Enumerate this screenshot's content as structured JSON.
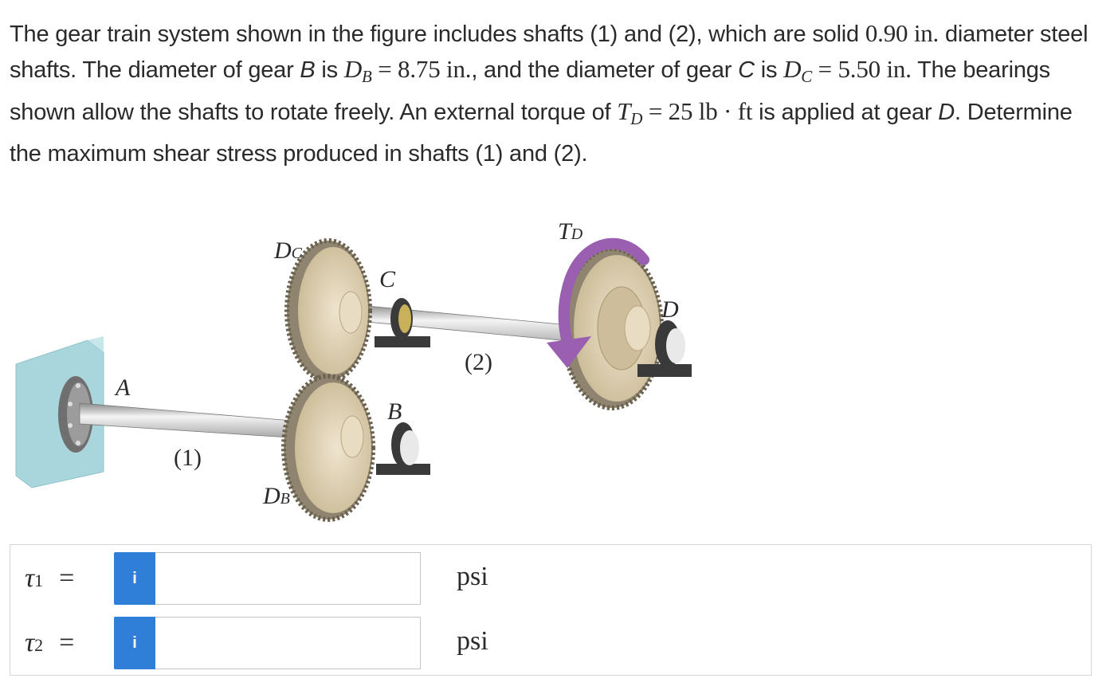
{
  "problem": {
    "p1": "The gear train system shown in the figure includes shafts (1) and (2), which are solid ",
    "shaft_d": "0.90 in.",
    "p2": " diameter steel shafts. The diameter of gear ",
    "gearB": "B",
    "p3": " is ",
    "DB_sym": "D",
    "DB_sub": "B",
    "DB_val": " = 8.75 in.",
    "p4": ", and the diameter of gear ",
    "gearC": "C",
    "p5": " is ",
    "DC_sym": "D",
    "DC_sub": "C",
    "DC_val": " = 5.50 in.",
    "p6": " The bearings shown allow the shafts to rotate freely.  An external torque of ",
    "TD_sym": "T",
    "TD_sub": "D",
    "TD_val": " = 25 lb · ft",
    "p7": " is applied at gear ",
    "gearD": "D",
    "p8": ".  Determine the maximum shear stress produced in shafts (1) and (2)."
  },
  "figure": {
    "label_DC": "D",
    "label_DC_sub": "C",
    "label_C": "C",
    "label_TD": "T",
    "label_TD_sub": "D",
    "label_D": "D",
    "label_2": "(2)",
    "label_A": "A",
    "label_B": "B",
    "label_1": "(1)",
    "label_DB": "D",
    "label_DB_sub": "B"
  },
  "answers": [
    {
      "symbol": "τ",
      "sub": "1",
      "eq": "=",
      "info": "i",
      "value": "",
      "unit": "psi"
    },
    {
      "symbol": "τ",
      "sub": "2",
      "eq": "=",
      "info": "i",
      "value": "",
      "unit": "psi"
    }
  ],
  "colors": {
    "info_button": "#2f7fd8",
    "wall": "#a9d6dc",
    "gear": "#d9cbb0",
    "torque_arrow": "#9a5fb0",
    "bearing": "#3a3a3a"
  }
}
